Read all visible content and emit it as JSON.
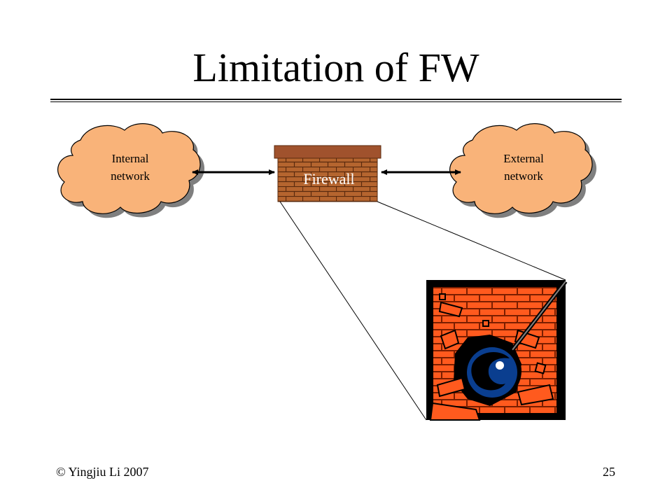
{
  "slide": {
    "title": "Limitation of FW",
    "footer_left": "© Yingjiu Li 2007",
    "page_number": "25"
  },
  "diagram": {
    "internal_label_line1": "Internal",
    "internal_label_line2": "network",
    "firewall_label": "Firewall",
    "external_label_line1": "External",
    "external_label_line2": "network"
  },
  "colors": {
    "cloud_fill": "#f9b379",
    "brick": "#a0522d",
    "wall_bg": "#ff5a1e",
    "ball": "#0a3e8f"
  }
}
